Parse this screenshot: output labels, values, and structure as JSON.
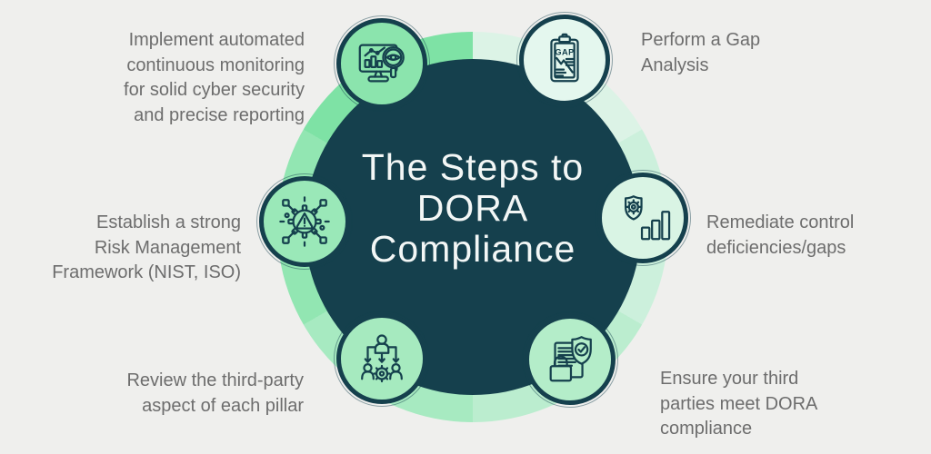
{
  "title": "The Steps to\nDORA\nCompliance",
  "steps": [
    {
      "name": "monitoring",
      "icon": "monitor-magnifier-icon",
      "label": "Implement automated\ncontinuous monitoring\nfor solid cyber security\nand precise reporting"
    },
    {
      "name": "gap-analysis",
      "icon": "gap-clipboard-icon",
      "label": "Perform a Gap\nAnalysis"
    },
    {
      "name": "remediate-gaps",
      "icon": "shield-gear-chart-icon",
      "label": "Remediate control\ndeficiencies/gaps"
    },
    {
      "name": "third-party-compliance",
      "icon": "document-shield-lock-icon",
      "label": "Ensure your third\nparties meet DORA\ncompliance"
    },
    {
      "name": "review-pillars",
      "icon": "delegation-people-gear-icon",
      "label": "Review the third-party\naspect of each pillar"
    },
    {
      "name": "risk-framework",
      "icon": "gear-alert-network-icon",
      "label": "Establish a strong\nRisk Management\nFramework (NIST, ISO)"
    }
  ],
  "icons": {
    "gap_text": "GAP"
  },
  "colors": {
    "background": "#efefed",
    "core_circle": "#15404d",
    "title_text": "#f3f7f6",
    "label_text": "#6d6d6d",
    "icon_stroke": "#15404d",
    "ring_segments": [
      "#dcf3e6",
      "#ccf0dc",
      "#bbedcf",
      "#a7eac1",
      "#92e6b2",
      "#7ee2a5"
    ],
    "node_fills": [
      "#8be4ad",
      "#e4f7ee",
      "#d9f4e4",
      "#b4edc9",
      "#a6eabf",
      "#9ae8b8"
    ]
  }
}
